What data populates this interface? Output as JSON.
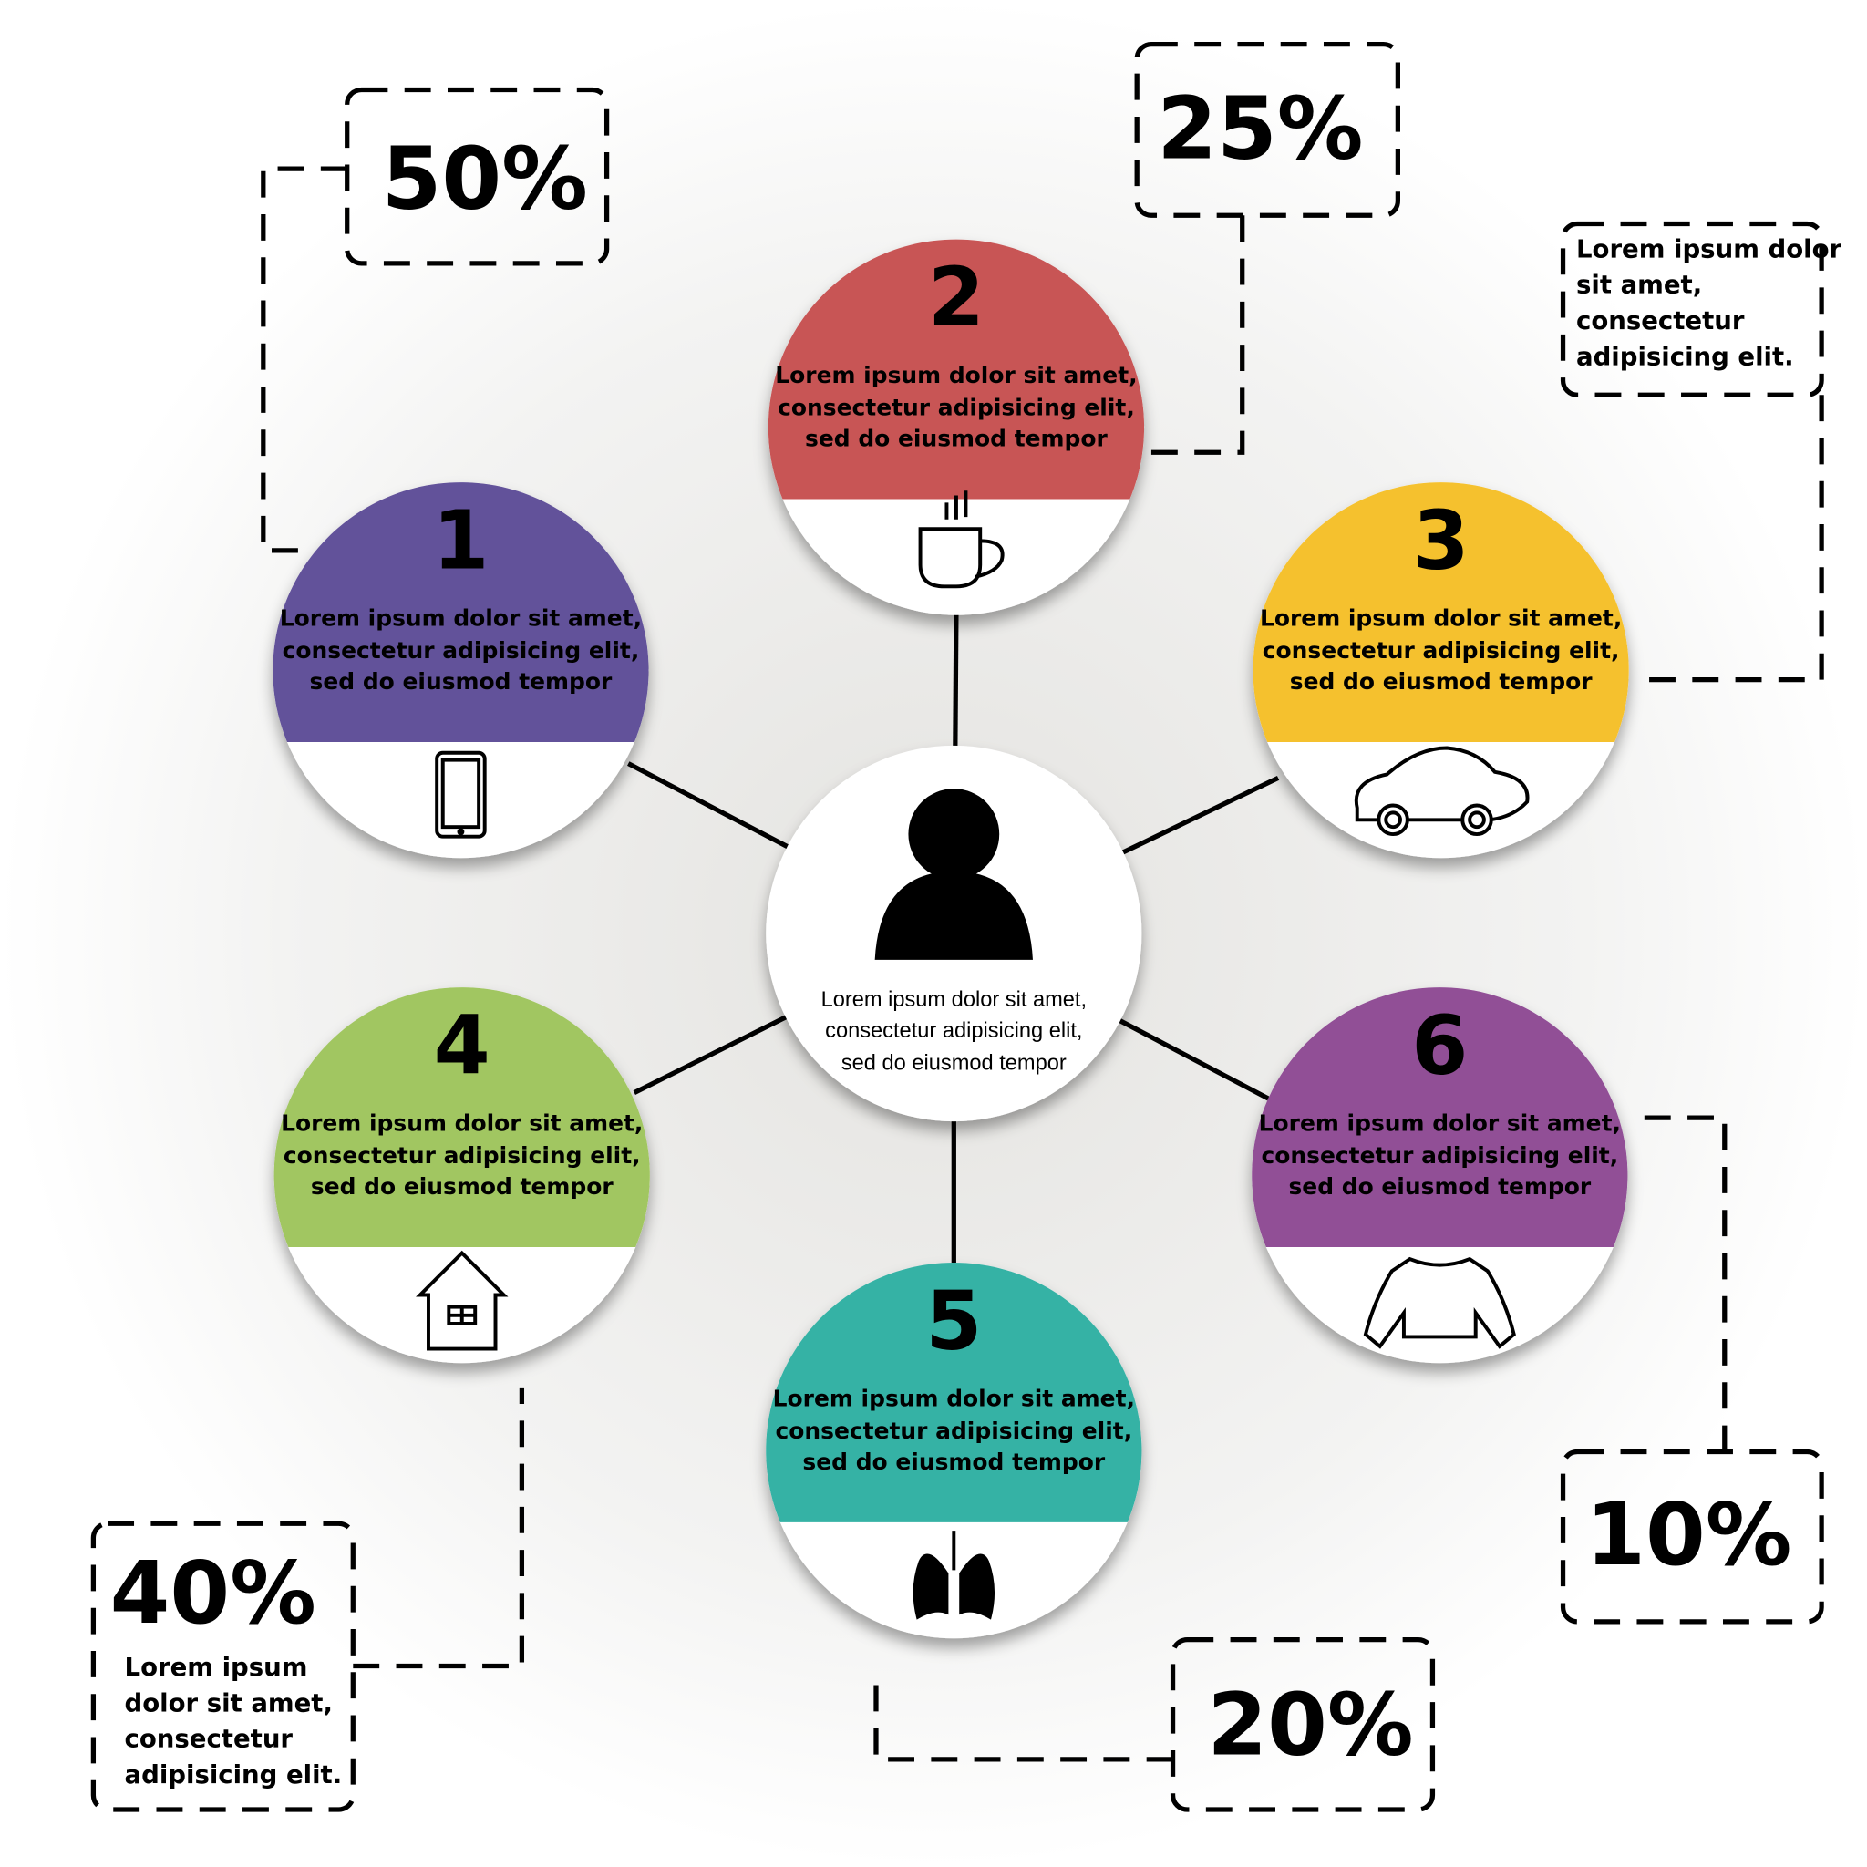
{
  "center": {
    "icon": "person-icon",
    "lines": [
      "Lorem ipsum dolor sit amet,",
      "consectetur adipisicing elit,",
      "sed do eiusmod tempor"
    ]
  },
  "nodes": [
    {
      "number": "1",
      "color": "#62529A",
      "icon": "tablet-icon",
      "lines": [
        "Lorem ipsum dolor sit amet,",
        "consectetur adipisicing elit,",
        "sed do eiusmod tempor"
      ]
    },
    {
      "number": "2",
      "color": "#C85555",
      "icon": "coffee-cup-icon",
      "lines": [
        "Lorem ipsum dolor sit amet,",
        "consectetur adipisicing elit,",
        "sed do eiusmod tempor"
      ]
    },
    {
      "number": "3",
      "color": "#F5C12E",
      "icon": "car-icon",
      "lines": [
        "Lorem ipsum dolor sit amet,",
        "consectetur adipisicing elit,",
        "sed do eiusmod tempor"
      ]
    },
    {
      "number": "4",
      "color": "#A1C661",
      "icon": "house-icon",
      "lines": [
        "Lorem ipsum dolor sit amet,",
        "consectetur adipisicing elit,",
        "sed do eiusmod tempor"
      ]
    },
    {
      "number": "5",
      "color": "#35B2A5",
      "icon": "lungs-icon",
      "lines": [
        "Lorem ipsum dolor sit amet,",
        "consectetur adipisicing elit,",
        "sed do eiusmod tempor"
      ]
    },
    {
      "number": "6",
      "color": "#914F96",
      "icon": "sweater-icon",
      "lines": [
        "Lorem ipsum dolor sit amet,",
        "consectetur adipisicing elit,",
        "sed do eiusmod tempor"
      ]
    }
  ],
  "callouts": {
    "p50": "50%",
    "p25": "25%",
    "p10": "10%",
    "p20": "20%",
    "p40": "40%",
    "note_top_right": [
      "Lorem ipsum dolor",
      "sit amet,",
      "consectetur",
      "adipisicing elit."
    ],
    "note_40": [
      "Lorem ipsum",
      "dolor sit amet,",
      "consectetur",
      "adipisicing elit."
    ]
  }
}
